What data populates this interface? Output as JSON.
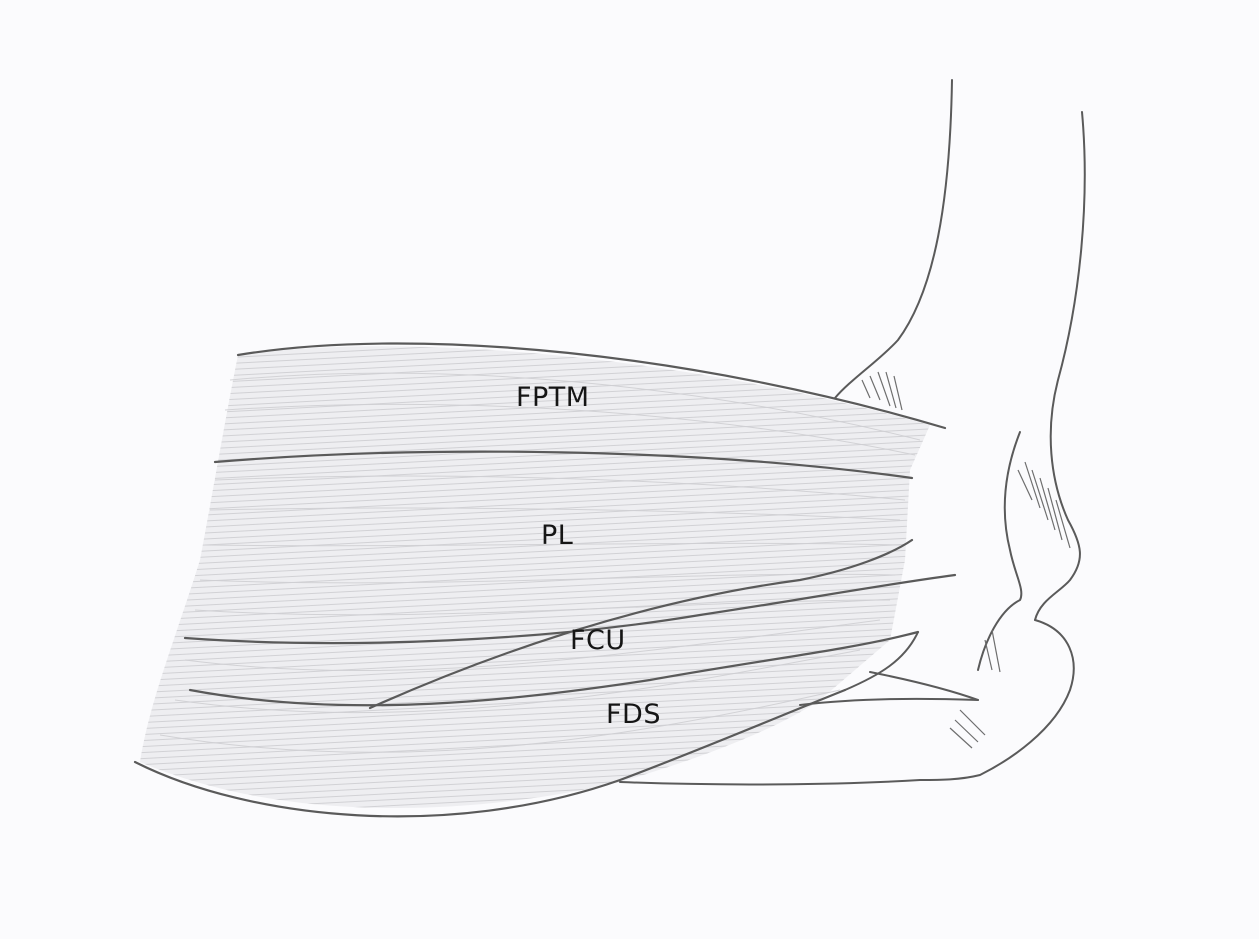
{
  "muscle_labels": {
    "fptm": "FPTM",
    "pl": "PL",
    "fcu": "FCU",
    "fds": "FDS"
  },
  "colors": {
    "paper": "#fbfbfd",
    "outline": "#5a5a5a",
    "shading": "#c9c9cc",
    "label_text": "#151515"
  }
}
